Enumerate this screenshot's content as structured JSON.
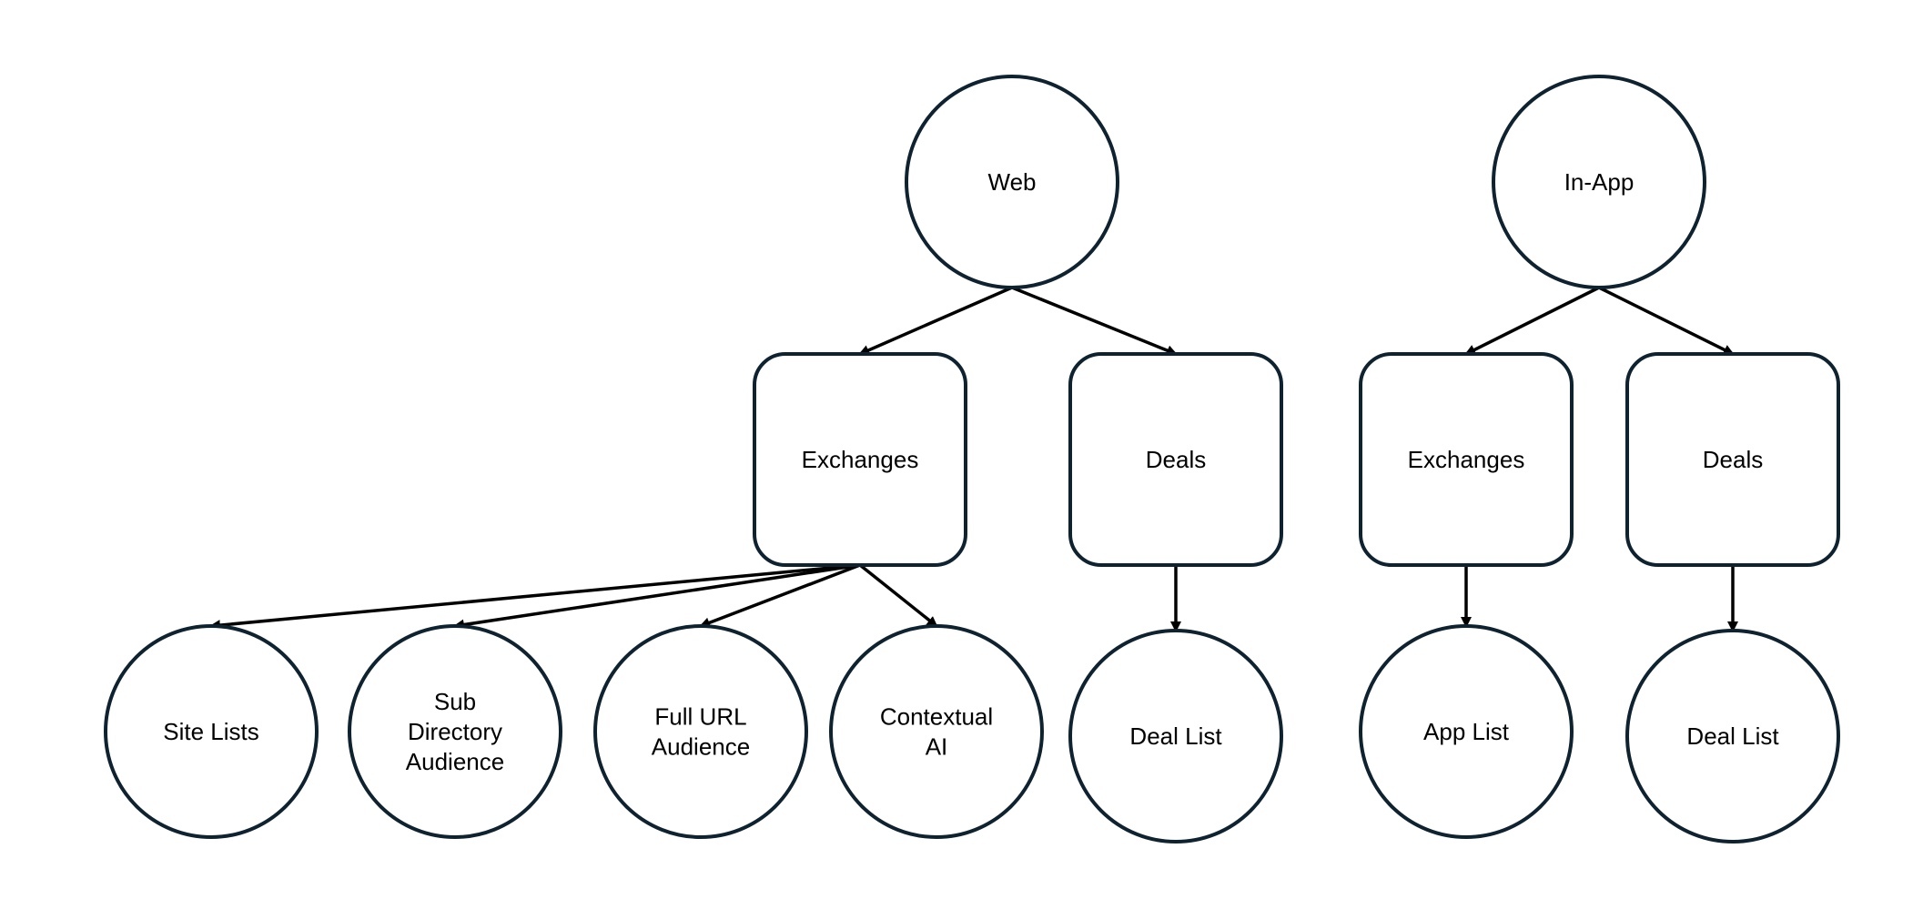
{
  "diagram": {
    "nodes": [
      {
        "id": "web",
        "shape": "circle",
        "lines": [
          "Web"
        ]
      },
      {
        "id": "in_app",
        "shape": "circle",
        "lines": [
          "In-App"
        ]
      },
      {
        "id": "web_exchanges",
        "shape": "rounded-rect",
        "lines": [
          "Exchanges"
        ]
      },
      {
        "id": "web_deals",
        "shape": "rounded-rect",
        "lines": [
          "Deals"
        ]
      },
      {
        "id": "app_exchanges",
        "shape": "rounded-rect",
        "lines": [
          "Exchanges"
        ]
      },
      {
        "id": "app_deals",
        "shape": "rounded-rect",
        "lines": [
          "Deals"
        ]
      },
      {
        "id": "site_lists",
        "shape": "circle",
        "lines": [
          "Site Lists"
        ]
      },
      {
        "id": "sub_directory_audience",
        "shape": "circle",
        "lines": [
          "Sub",
          "Directory",
          "Audience"
        ]
      },
      {
        "id": "full_url_audience",
        "shape": "circle",
        "lines": [
          "Full URL",
          "Audience"
        ]
      },
      {
        "id": "contextual_ai",
        "shape": "circle",
        "lines": [
          "Contextual",
          "AI"
        ]
      },
      {
        "id": "web_deal_list",
        "shape": "circle",
        "lines": [
          "Deal List"
        ]
      },
      {
        "id": "app_list",
        "shape": "circle",
        "lines": [
          "App List"
        ]
      },
      {
        "id": "app_deal_list",
        "shape": "circle",
        "lines": [
          "Deal List"
        ]
      }
    ],
    "edges": [
      {
        "from": "web",
        "to": "web_exchanges"
      },
      {
        "from": "web",
        "to": "web_deals"
      },
      {
        "from": "in_app",
        "to": "app_exchanges"
      },
      {
        "from": "in_app",
        "to": "app_deals"
      },
      {
        "from": "web_exchanges",
        "to": "site_lists"
      },
      {
        "from": "web_exchanges",
        "to": "sub_directory_audience"
      },
      {
        "from": "web_exchanges",
        "to": "full_url_audience"
      },
      {
        "from": "web_exchanges",
        "to": "contextual_ai"
      },
      {
        "from": "web_deals",
        "to": "web_deal_list"
      },
      {
        "from": "app_exchanges",
        "to": "app_list"
      },
      {
        "from": "app_deals",
        "to": "app_deal_list"
      }
    ]
  },
  "colors": {
    "node_stroke": "#0e2230",
    "edge": "#000000",
    "text": "#000000",
    "background": "#ffffff"
  }
}
